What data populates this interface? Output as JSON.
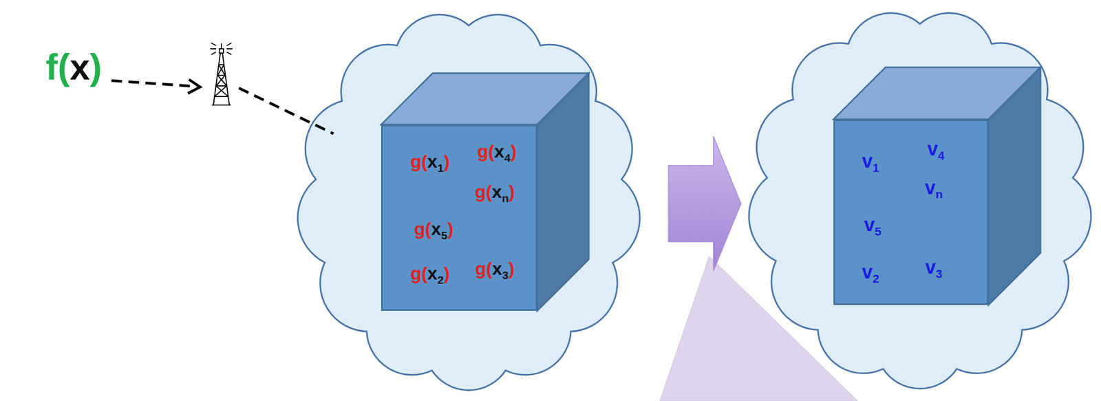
{
  "diagram": {
    "nodes": [
      {
        "text": [
          "g(x1)",
          "g(x4)",
          "g(xn)",
          "g(x5)",
          "g(x2)",
          "g(x3)"
        ]
      },
      {
        "text": [
          "v1",
          "v4",
          "vn",
          "v5",
          "v2",
          "v3"
        ]
      }
    ],
    "edges": [
      {
        "from": 0,
        "to": 1,
        "arrow": "to"
      }
    ],
    "labels": [
      "f(x)"
    ]
  }
}
